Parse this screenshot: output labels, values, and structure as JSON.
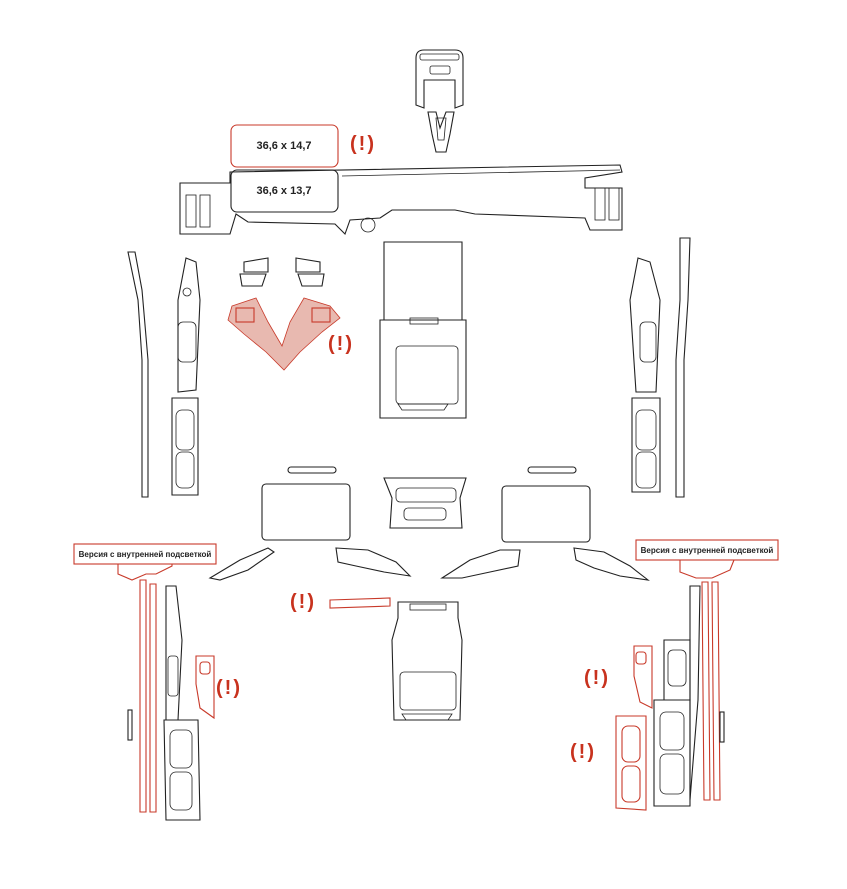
{
  "dimensions": {
    "top_label": "36,6 x 14,7",
    "bottom_label": "36,6 x 13,7"
  },
  "warnings": {
    "mark": "(!)"
  },
  "notes": {
    "left_version": "Версия с внутренней подсветкой",
    "right_version": "Версия с внутренней подсветкой"
  },
  "colors": {
    "outline": "#222222",
    "highlight": "#c83a2a",
    "warning_text": "#c8321e"
  }
}
